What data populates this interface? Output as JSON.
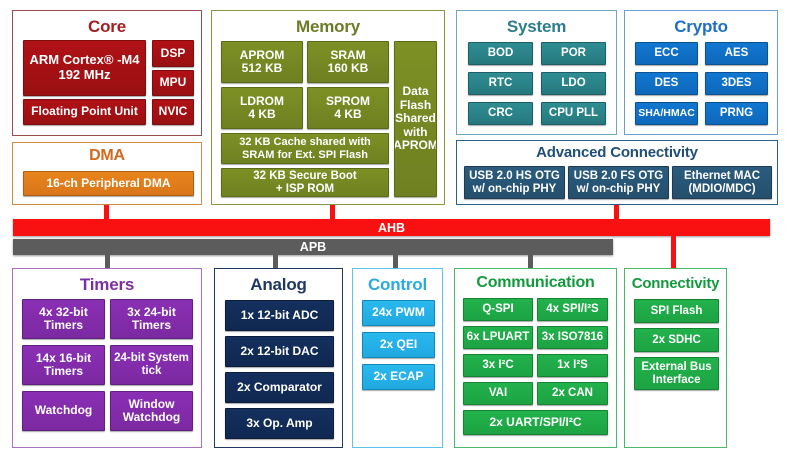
{
  "diagram": {
    "title": "Microcontroller block diagram",
    "buses": [
      {
        "name": "AHB",
        "color": "#f91010"
      },
      {
        "name": "APB",
        "color": "#5c5c5c"
      }
    ],
    "panels": {
      "core": {
        "title": "Core",
        "color": "#a31f20",
        "blocks": [
          {
            "label": "ARM Cortex® -M4\n192 MHz"
          },
          {
            "label": "DSP"
          },
          {
            "label": "MPU"
          },
          {
            "label": "Floating Point Unit"
          },
          {
            "label": "NVIC"
          }
        ]
      },
      "dma": {
        "title": "DMA",
        "color": "#d2691e",
        "blocks": [
          {
            "label": "16-ch Peripheral DMA"
          }
        ]
      },
      "memory": {
        "title": "Memory",
        "color": "#6c7b25",
        "blocks": [
          {
            "label": "APROM\n512 KB"
          },
          {
            "label": "SRAM\n160 KB"
          },
          {
            "label": "LDROM\n4 KB"
          },
          {
            "label": "SPROM\n4 KB"
          },
          {
            "label": "32 KB Cache shared with\nSRAM for  Ext. SPI Flash"
          },
          {
            "label": "32 KB Secure Boot\n+ ISP ROM"
          },
          {
            "label": "Data\nFlash\nShared\nwith\nAPROM"
          }
        ]
      },
      "system": {
        "title": "System",
        "color": "#2e7d8e",
        "blocks": [
          {
            "label": "BOD"
          },
          {
            "label": "POR"
          },
          {
            "label": "RTC"
          },
          {
            "label": "LDO"
          },
          {
            "label": "CRC"
          },
          {
            "label": "CPU PLL"
          }
        ]
      },
      "crypto": {
        "title": "Crypto",
        "color": "#1f6fc4",
        "blocks": [
          {
            "label": "ECC"
          },
          {
            "label": "AES"
          },
          {
            "label": "DES"
          },
          {
            "label": "3DES"
          },
          {
            "label": "SHA/HMAC"
          },
          {
            "label": "PRNG"
          }
        ]
      },
      "advanced_connectivity": {
        "title": "Advanced Connectivity",
        "color": "#1f4e79",
        "blocks": [
          {
            "label": "USB 2.0 HS OTG\nw/ on-chip PHY"
          },
          {
            "label": "USB 2.0 FS OTG\nw/ on-chip PHY"
          },
          {
            "label": "Ethernet MAC\n(MDIO/MDC)"
          }
        ]
      },
      "timers": {
        "title": "Timers",
        "color": "#7b2fa0",
        "blocks": [
          {
            "label": "4x 32-bit\nTimers"
          },
          {
            "label": "3x 24-bit\nTimers"
          },
          {
            "label": "14x 16-bit\nTimers"
          },
          {
            "label": "24-bit System\ntick"
          },
          {
            "label": "Watchdog"
          },
          {
            "label": "Window\nWatchdog"
          }
        ]
      },
      "analog": {
        "title": "Analog",
        "color": "#1f3864",
        "blocks": [
          {
            "label": "1x 12-bit ADC"
          },
          {
            "label": "2x 12-bit DAC"
          },
          {
            "label": "2x Comparator"
          },
          {
            "label": "3x Op. Amp"
          }
        ]
      },
      "control": {
        "title": "Control",
        "color": "#29abe2",
        "blocks": [
          {
            "label": "24x PWM"
          },
          {
            "label": "2x QEI"
          },
          {
            "label": "2x ECAP"
          }
        ]
      },
      "communication": {
        "title": "Communication",
        "color": "#129a3c",
        "blocks": [
          {
            "label": "Q-SPI"
          },
          {
            "label": "4x SPI/I²S"
          },
          {
            "label": "6x LPUART"
          },
          {
            "label": "3x ISO7816"
          },
          {
            "label": "3x I²C"
          },
          {
            "label": "1x I²S"
          },
          {
            "label": "VAI"
          },
          {
            "label": "2x CAN"
          },
          {
            "label": "2x UART/SPI/I²C"
          }
        ]
      },
      "connectivity": {
        "title": "Connectivity",
        "color": "#129a3c",
        "blocks": [
          {
            "label": "SPI Flash"
          },
          {
            "label": "2x SDHC"
          },
          {
            "label": "External Bus\nInterface"
          }
        ]
      }
    }
  }
}
